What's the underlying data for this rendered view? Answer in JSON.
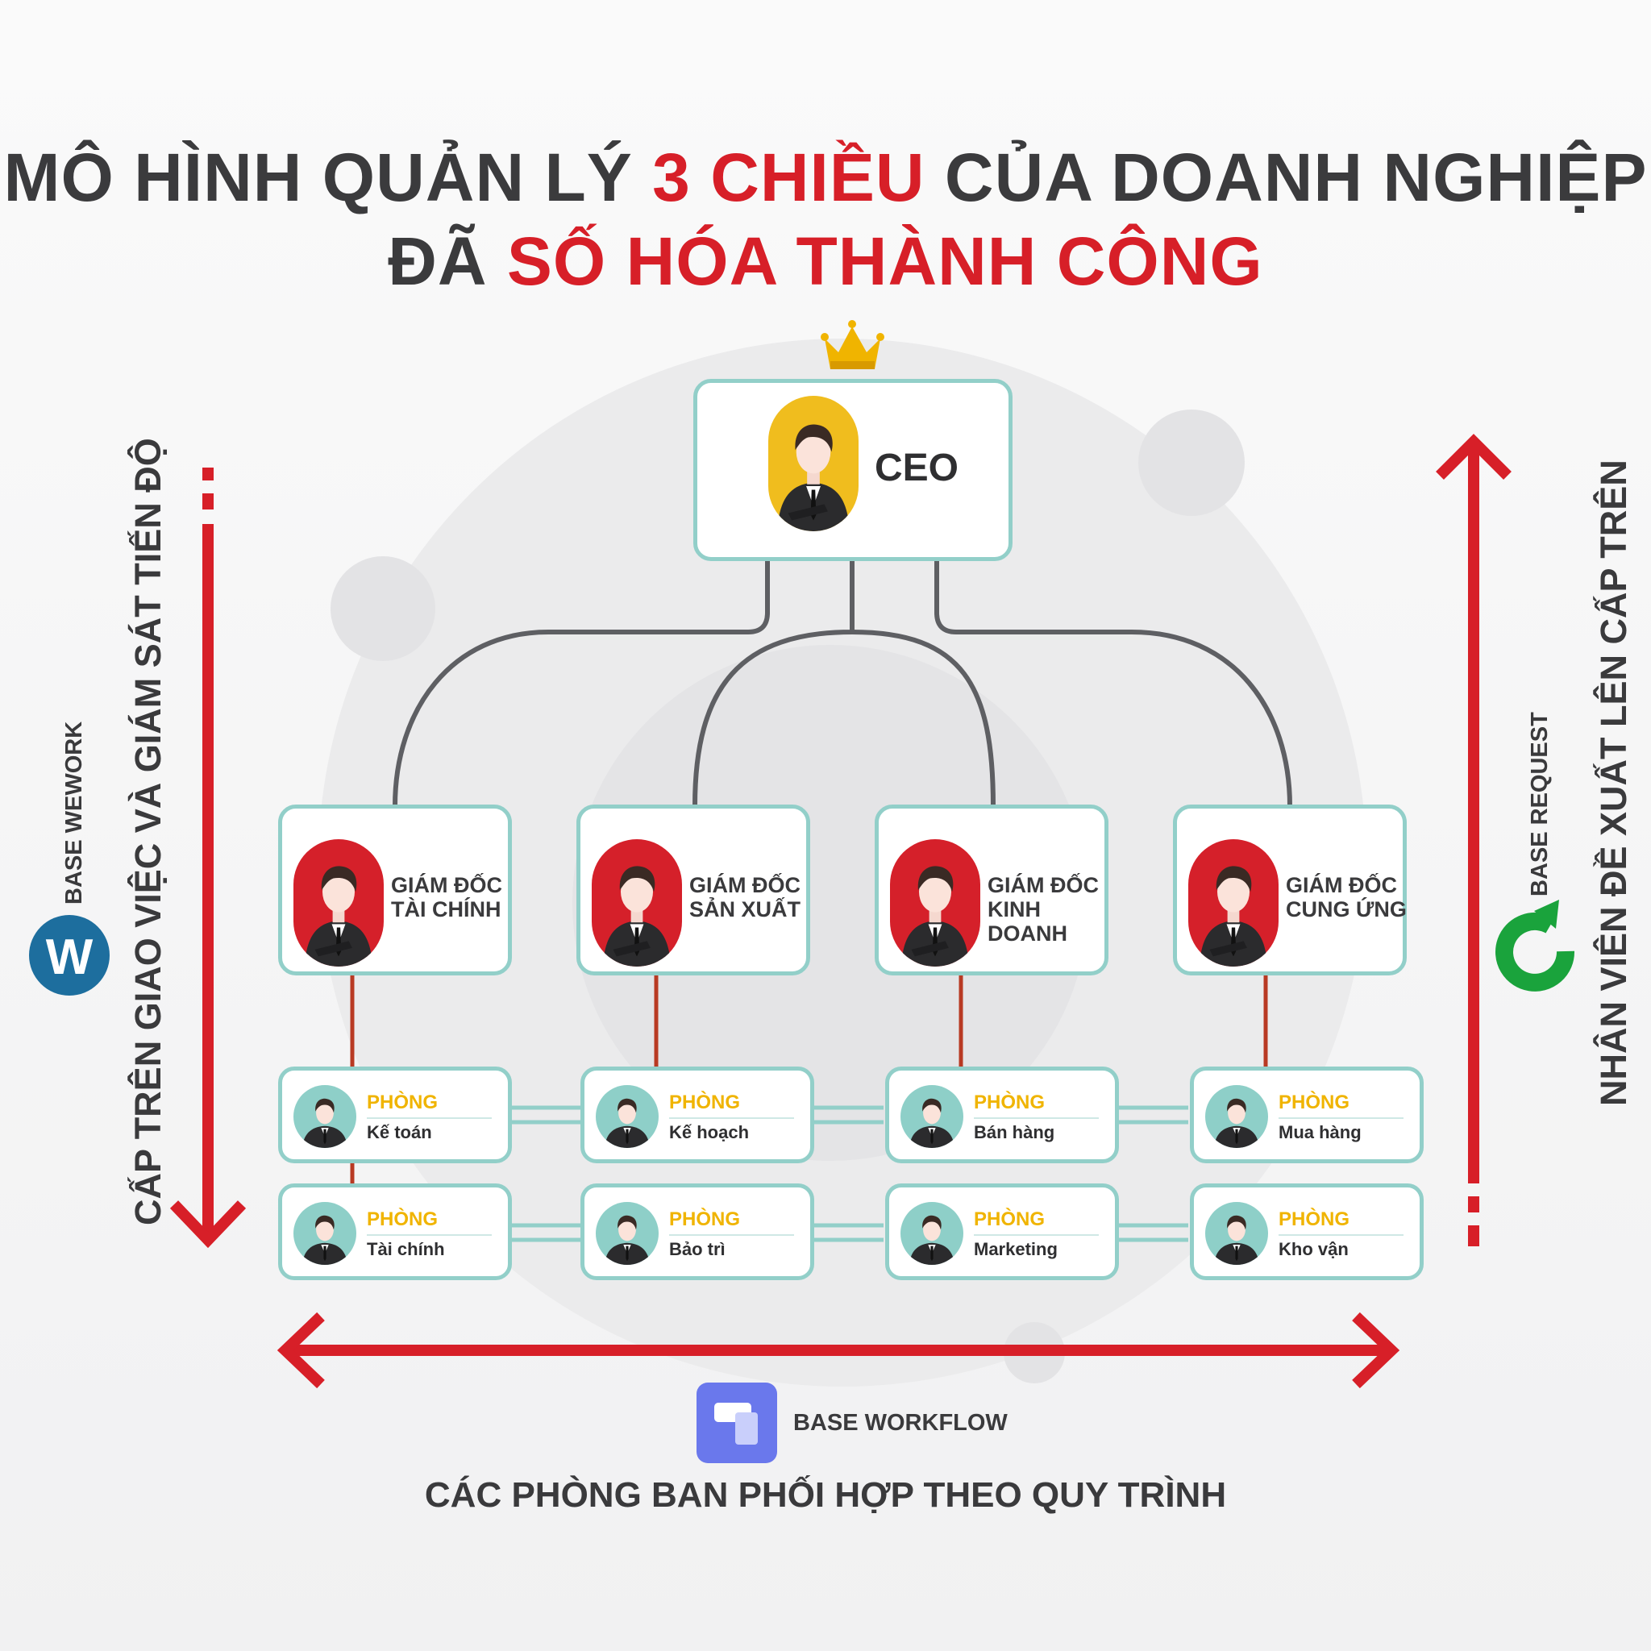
{
  "title": {
    "line1_part1": "MÔ HÌNH QUẢN LÝ ",
    "line1_highlight": "3 CHIỀU",
    "line1_part2": " CỦA DOANH NGHIỆP",
    "line2_part1": "ĐÃ ",
    "line2_highlight": "SỐ HÓA THÀNH CÔNG"
  },
  "ceo": {
    "label": "CEO",
    "icon": "crown-icon"
  },
  "directors": [
    {
      "line1": "GIÁM ĐỐC",
      "line2": "TÀI CHÍNH"
    },
    {
      "line1": "GIÁM ĐỐC",
      "line2": "SẢN XUẤT"
    },
    {
      "line1": "GIÁM ĐỐC",
      "line2": "KINH DOANH"
    },
    {
      "line1": "GIÁM ĐỐC",
      "line2": "CUNG ỨNG"
    }
  ],
  "departments_row1": [
    {
      "head": "PHÒNG",
      "name": "Kế toán"
    },
    {
      "head": "PHÒNG",
      "name": "Kế hoạch"
    },
    {
      "head": "PHÒNG",
      "name": "Bán hàng"
    },
    {
      "head": "PHÒNG",
      "name": "Mua hàng"
    }
  ],
  "departments_row2": [
    {
      "head": "PHÒNG",
      "name": "Tài chính"
    },
    {
      "head": "PHÒNG",
      "name": "Bảo trì"
    },
    {
      "head": "PHÒNG",
      "name": "Marketing"
    },
    {
      "head": "PHÒNG",
      "name": "Kho vận"
    }
  ],
  "left_axis": {
    "brand": "BASE WEWORK",
    "text": "CẤP TRÊN GIAO VIỆC VÀ GIÁM SÁT TIẾN ĐỘ",
    "logo_letter": "W",
    "logo_color": "#1d6e9e"
  },
  "right_axis": {
    "brand": "BASE REQUEST",
    "text": "NHÂN VIÊN ĐỀ XUẤT LÊN CẤP TRÊN",
    "logo_color": "#1aa33c"
  },
  "bottom_axis": {
    "brand": "BASE WORKFLOW",
    "text": "CÁC PHÒNG BAN PHỐI HỢP THEO QUY TRÌNH",
    "logo_color": "#6a78ec"
  },
  "colors": {
    "accent_red": "#d71f28",
    "card_border": "#92cfc9",
    "dept_heading": "#f0b400",
    "ceo_avatar_bg": "#f0bd1e",
    "director_avatar_bg": "#d5202a",
    "staff_avatar_bg": "#8ecfc8"
  }
}
